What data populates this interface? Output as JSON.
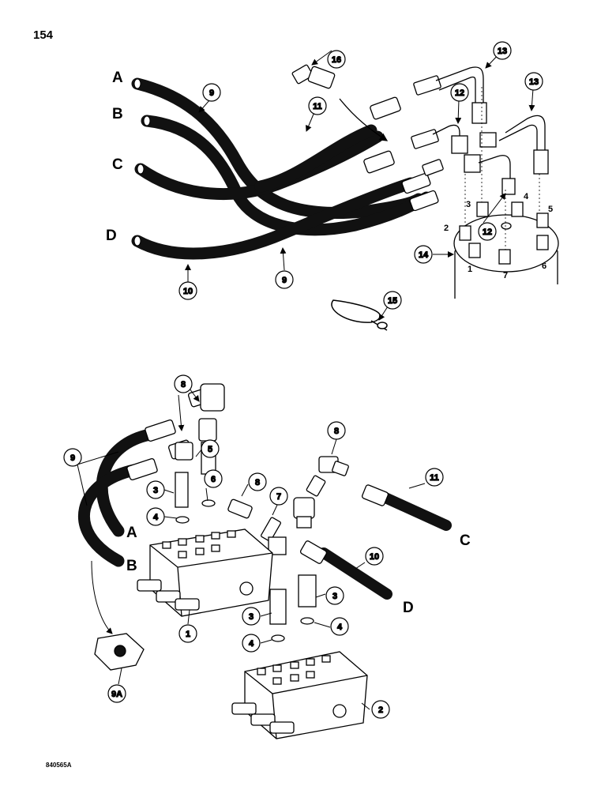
{
  "page_number": "154",
  "drawing_code": "840565A",
  "hose_letters": {
    "a": "A",
    "b": "B",
    "c": "C",
    "d": "D"
  },
  "callouts": {
    "c1": "1",
    "c2": "2",
    "c3a": "3",
    "c3b": "3",
    "c3c": "3",
    "c4a": "4",
    "c4b": "4",
    "c4c": "4",
    "c5": "5",
    "c6": "6",
    "c7": "7",
    "c8a": "8",
    "c8b": "8",
    "c8c": "8",
    "c9a": "9",
    "c9b": "9",
    "c9c": "9",
    "c9A": "9A",
    "c10a": "10",
    "c10b": "10",
    "c11a": "11",
    "c11b": "11",
    "c12a": "12",
    "c12b": "12",
    "c13a": "13",
    "c13b": "13",
    "c14": "14",
    "c15": "15",
    "c16": "16"
  },
  "port_labels": {
    "p1": "1",
    "p2": "2",
    "p3": "3",
    "p4": "4",
    "p5": "5",
    "p6": "6",
    "p7": "7"
  }
}
